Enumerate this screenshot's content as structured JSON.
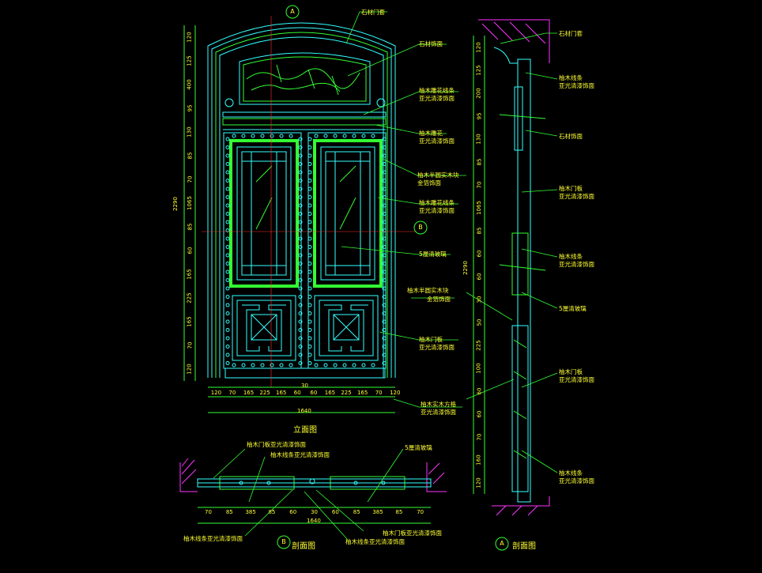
{
  "colors": {
    "background": "#000000",
    "text": "#ffff33",
    "outline": "#33ffff",
    "panel": "#33ff33",
    "leader": "#33ff33",
    "hatch": "#ff33ff"
  },
  "titles": {
    "elevation": "立面图",
    "section_b": "剖面图",
    "section_a": "剖面图"
  },
  "bubbles": {
    "a_top": "A",
    "b_right": "B",
    "b_bottom": "B",
    "a_bottom": "A"
  },
  "labels": {
    "e1": "石材门套",
    "e2": "石材饰面",
    "e3": "柚木雕花线条",
    "e3b": "亚光清漆饰面",
    "e4": "柚木雕花",
    "e4b": "亚光清漆饰面",
    "e5": "柚木半圆实木块",
    "e5b": "金箔饰面",
    "e6": "柚木雕花线条",
    "e6b": "亚光清漆饰面",
    "e7": "5厘清玻璃",
    "e8": "柚木半圆实木块",
    "e8b": "金箔饰面",
    "e9": "柚木门板",
    "e9b": "亚光清漆饰面",
    "e10": "柚木实木方格",
    "e10b": "亚光清漆饰面",
    "s1": "石材门套",
    "s2": "柚木线条",
    "s2b": "亚光清漆饰面",
    "s3": "石材饰面",
    "s4": "柚木门板",
    "s4b": "亚光清漆饰面",
    "s5": "柚木线条",
    "s5b": "亚光清漆饰面",
    "s6": "5厘清玻璃",
    "s7": "柚木门板",
    "s7b": "亚光清漆饰面",
    "s8": "柚木线条",
    "s8b": "亚光清漆饰面",
    "b1": "柚木门板亚光清漆饰面",
    "b2": "柚木线条亚光清漆饰面",
    "b3": "5厘清玻璃",
    "b4": "柚木线条亚光清漆饰面",
    "b5": "柚木门板亚光清漆饰面",
    "b6": "柚木线条亚光清漆饰面"
  },
  "dims": {
    "elev_h": [
      "120",
      "70",
      "165",
      "225",
      "165",
      "60",
      "60",
      "165",
      "225",
      "165",
      "70",
      "120"
    ],
    "elev_center": "30",
    "elev_total": "1640",
    "elev_v": [
      "120",
      "125",
      "400",
      "95",
      "130",
      "85",
      "70",
      "1065",
      "85",
      "60",
      "165",
      "225",
      "165",
      "70",
      "120"
    ],
    "elev_v_total": "2290",
    "sec_b": [
      "70",
      "85",
      "385",
      "85",
      "60",
      "30",
      "60",
      "85",
      "385",
      "85",
      "70"
    ],
    "sec_b_total": "1640",
    "sec_a": [
      "120",
      "125",
      "200",
      "95",
      "130",
      "85",
      "70",
      "1065",
      "85",
      "60",
      "60",
      "30",
      "50",
      "225",
      "100",
      "60",
      "60",
      "70",
      "160",
      "120"
    ],
    "sec_a_total": "2290"
  }
}
